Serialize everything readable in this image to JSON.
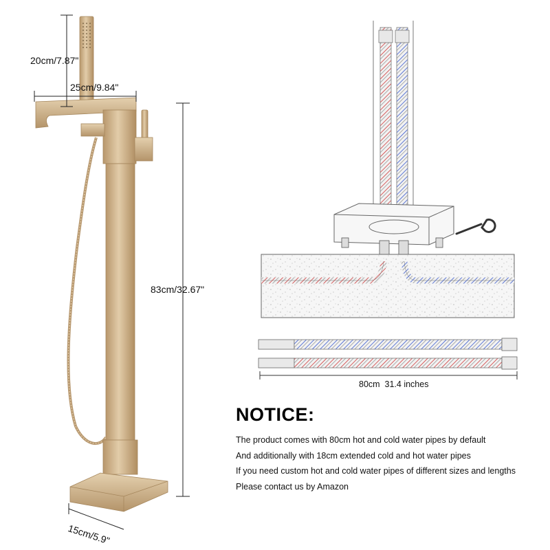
{
  "dimensions": {
    "handshower_height": "20cm/7.87\"",
    "spout_reach": "25cm/9.84\"",
    "total_height": "83cm/32.67\"",
    "base_width": "15cm/5.9\"",
    "hose_length": "80cm  31.4 inches"
  },
  "notice": {
    "title": "NOTICE:",
    "lines": [
      "The product comes with 80cm hot and cold water pipes by default",
      "And additionally with 18cm extended cold and hot water pipes",
      "If you need custom hot and cold water pipes of different sizes and lengths",
      "Please contact us by Amazon"
    ]
  },
  "colors": {
    "gold": "#c9ad86",
    "hot": "#d03a3a",
    "cold": "#3a5bd0",
    "line": "#555555"
  }
}
